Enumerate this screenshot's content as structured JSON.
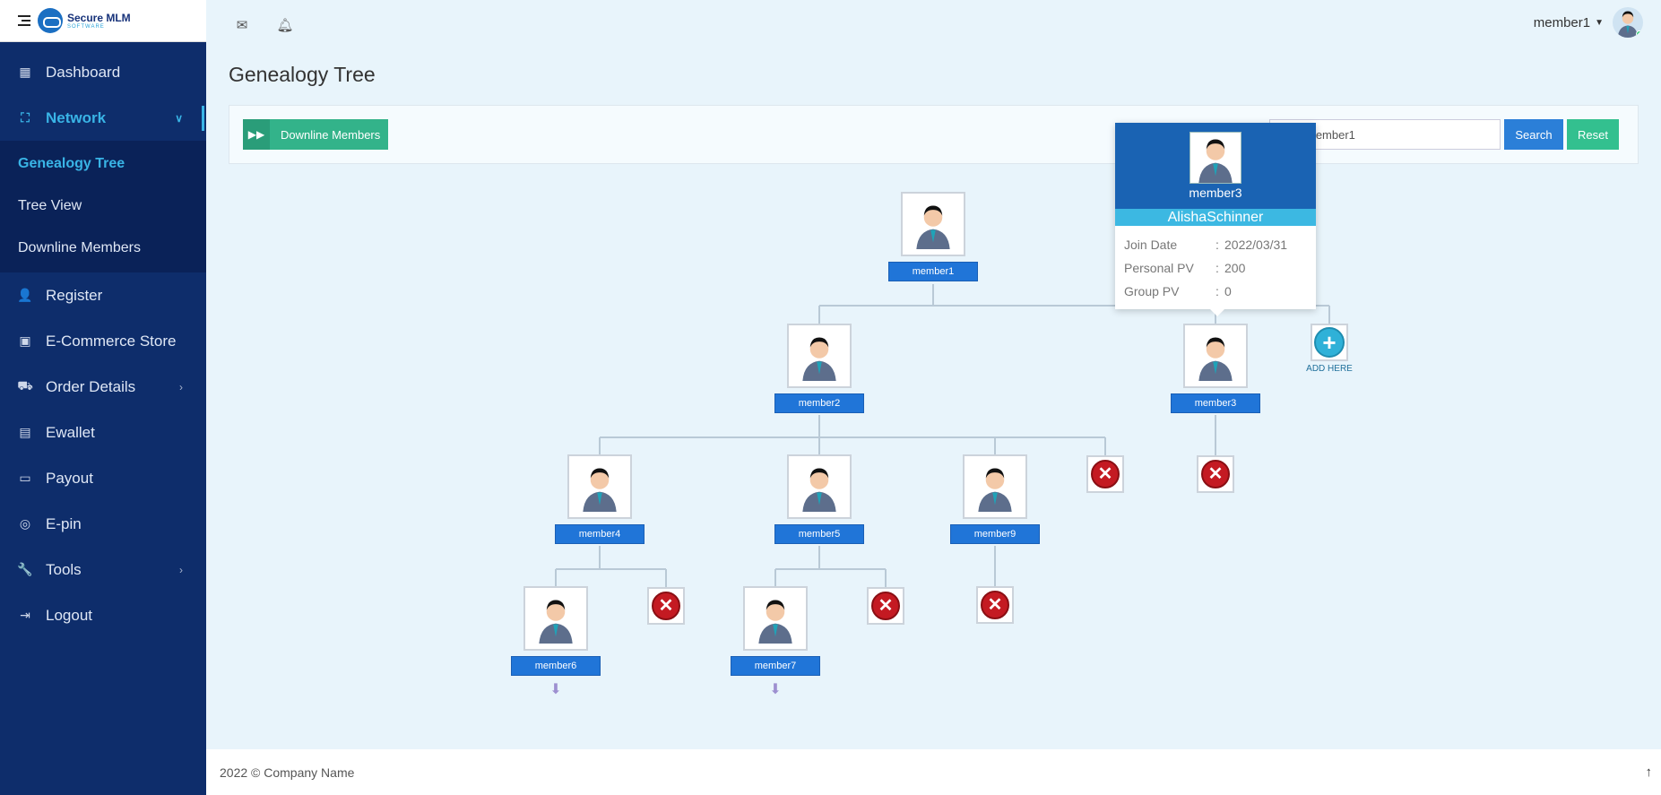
{
  "app": {
    "brand_title": "Secure MLM",
    "brand_subtitle": "SOFTWARE"
  },
  "sidebar": {
    "items": [
      {
        "label": "Dashboard",
        "icon": "grid-icon"
      },
      {
        "label": "Network",
        "icon": "sitemap-icon"
      },
      {
        "label": "Register",
        "icon": "user-plus-icon"
      },
      {
        "label": "E-Commerce Store",
        "icon": "shopping-bag-icon"
      },
      {
        "label": "Order Details",
        "icon": "cart-icon"
      },
      {
        "label": "Ewallet",
        "icon": "briefcase-icon"
      },
      {
        "label": "Payout",
        "icon": "money-icon"
      },
      {
        "label": "E-pin",
        "icon": "pin-icon"
      },
      {
        "label": "Tools",
        "icon": "wrench-icon"
      },
      {
        "label": "Logout",
        "icon": "logout-icon"
      }
    ],
    "sub_items": [
      "Genealogy Tree",
      "Tree View",
      "Downline Members"
    ]
  },
  "header": {
    "username": "member1"
  },
  "page": {
    "title": "Genealogy Tree"
  },
  "toolbar": {
    "downline_label": "Downline Members",
    "search_value": "member1",
    "search_label": "Search",
    "reset_label": "Reset"
  },
  "tree": {
    "root": "member1",
    "level1": [
      "member2",
      "member3"
    ],
    "level2": [
      "member4",
      "member5",
      "member9"
    ],
    "level3": [
      "member6",
      "member7"
    ],
    "add_label": "ADD HERE"
  },
  "popup": {
    "username": "member3",
    "fullname": "AlishaSchinner",
    "rows": [
      {
        "key": "Join Date",
        "value": "2022/03/31"
      },
      {
        "key": "Personal PV",
        "value": "200"
      },
      {
        "key": "Group PV",
        "value": "0"
      }
    ],
    "sep": ":"
  },
  "footer": {
    "text": "2022 © Company Name"
  },
  "colors": {
    "sidebar": "#0e2d6b",
    "accent": "#39b4e6",
    "tag": "#2075d8"
  }
}
